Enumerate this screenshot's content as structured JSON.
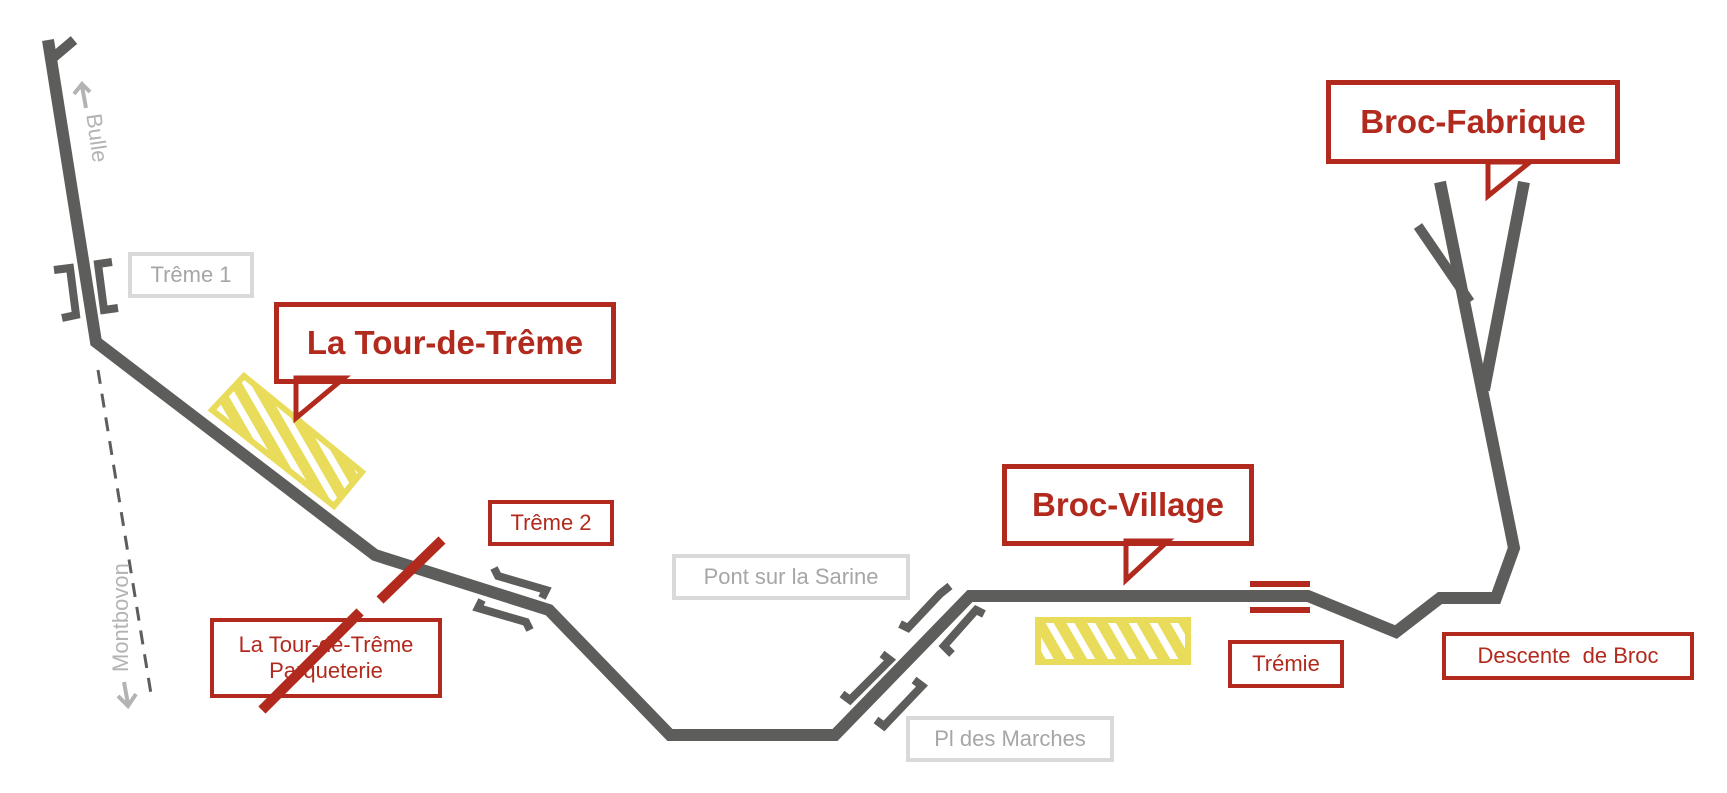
{
  "colors": {
    "track": "#5d5d5b",
    "accent": "#b22a1e",
    "inactive_border": "#d9d9d9",
    "inactive_text": "#a6a6a6",
    "construction": "#e8dc5a",
    "direction": "#b3b3b3"
  },
  "directions": {
    "bulle": "Bulle",
    "montbovon": "Montbovon"
  },
  "stations": {
    "la_tour_de_treme": "La Tour-de-Trême",
    "broc_village": "Broc-Village",
    "broc_fabrique": "Broc-Fabrique",
    "treme_2": "Trême 2",
    "la_tour_parqueterie_line1": "La Tour-de-Trême",
    "la_tour_parqueterie_line2": "Parqueterie",
    "tremie": "Trémie",
    "descente_de_broc": "Descente  de Broc"
  },
  "structures": {
    "treme_1": "Trême 1",
    "pont_sur_la_sarine": "Pont sur la Sarine",
    "pl_des_marches": "Pl des Marches"
  },
  "legend_icons": {
    "construction_zone": "hatched-yellow-zone",
    "bridge": "bridge-bracket-icon",
    "removed_station": "red-slash"
  }
}
